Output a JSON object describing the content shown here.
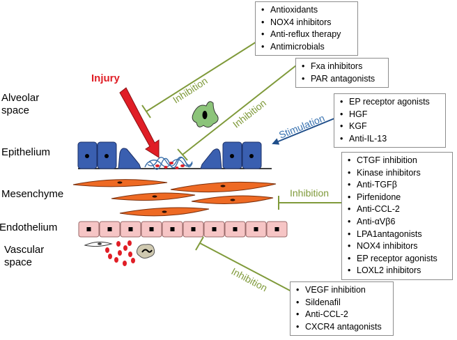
{
  "regions": {
    "alveolar": [
      "Alveolar",
      "space"
    ],
    "epithelium": "Epithelium",
    "mesenchyme": "Mesenchyme",
    "endothelium": "Endothelium",
    "vascular": [
      "Vascular",
      "space"
    ]
  },
  "injury_label": "Injury",
  "arrows": {
    "inhibition_top": "Inhibition",
    "inhibition_mid": "Inhibition",
    "stimulation": "Stimulation",
    "inhibition_right": "Inhibition",
    "inhibition_bottom": "Inhibition"
  },
  "colors": {
    "inhibition": "#7f9a3a",
    "stimulation": "#3872b0",
    "stimulation_arrow": "#1f4e8a",
    "injury": "#e01e26",
    "epithelial_cell": "#3a5fb0",
    "fibroblast": "#ee6a24",
    "endothelial_cell": "#f6c5c5",
    "macrophage": "#8cc47a",
    "red_blood_cell": "#e01e26"
  },
  "boxes": {
    "antioxidants": [
      "Antioxidants",
      "NOX4 inhibitors",
      "Anti-reflux therapy",
      "Antimicrobials"
    ],
    "coagulation": [
      "Fxa inhibitors",
      "PAR antagonists"
    ],
    "stimulation": [
      "EP receptor agonists",
      "HGF",
      "KGF",
      "Anti-IL-13"
    ],
    "mesenchyme": [
      "CTGF inhibition",
      "Kinase inhibitors",
      "Anti-TGFβ",
      "Pirfenidone",
      "Anti-CCL-2",
      "Anti-αVβ6",
      "LPA1antagonists",
      "NOX4 inhibitors",
      "EP receptor agonists",
      "LOXL2 inhibitors"
    ],
    "vascular": [
      "VEGF inhibition",
      "Sildenafil",
      "Anti-CCL-2",
      "CXCR4 antagonists"
    ]
  }
}
